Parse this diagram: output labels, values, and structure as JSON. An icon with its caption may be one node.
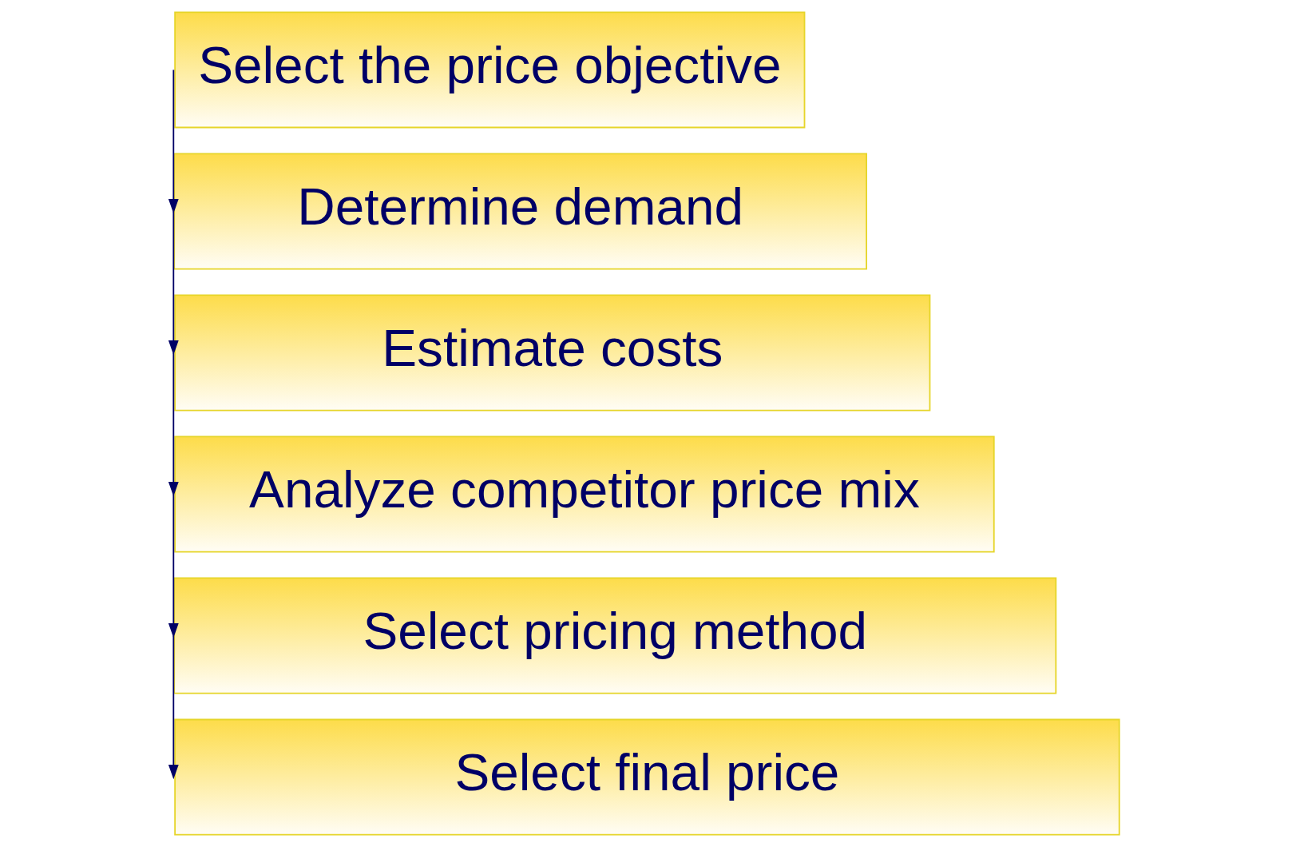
{
  "diagram": {
    "nodes": [
      {
        "text": [
          "Select the price objective"
        ]
      },
      {
        "text": [
          "Determine demand"
        ]
      },
      {
        "text": [
          "Estimate costs"
        ]
      },
      {
        "text": [
          "Analyze competitor price mix"
        ]
      },
      {
        "text": [
          "Select pricing method"
        ]
      },
      {
        "text": [
          "Select final price"
        ]
      }
    ],
    "edges": [
      {
        "from": 0,
        "to": 1,
        "arrow": "to"
      },
      {
        "from": 1,
        "to": 2,
        "arrow": "to"
      },
      {
        "from": 2,
        "to": 3,
        "arrow": "to"
      },
      {
        "from": 3,
        "to": 4,
        "arrow": "to"
      },
      {
        "from": 4,
        "to": 5,
        "arrow": "to"
      }
    ]
  }
}
